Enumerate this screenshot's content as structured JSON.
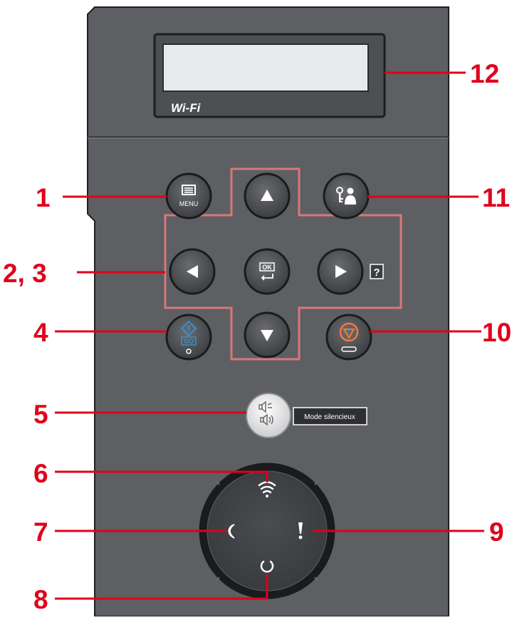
{
  "display": {
    "brand_label": "Wi-Fi"
  },
  "buttons": {
    "menu": {
      "label": "MENU"
    },
    "ok": {
      "label": "OK"
    },
    "help": {
      "label": "?"
    },
    "go": {
      "label": "GO"
    },
    "quiet_mode": {
      "label": "Mode silencieux"
    }
  },
  "callouts": [
    "1",
    "2, 3",
    "4",
    "5",
    "6",
    "7",
    "8",
    "9",
    "10",
    "11",
    "12"
  ],
  "colors": {
    "callout": "#e0001b",
    "panel": "#5d5f62",
    "key_highlight": "#d9777b",
    "go_icon": "#3a8fd0",
    "stop_icon": "#f07a3c"
  },
  "icons": {
    "menu": "menu-icon",
    "up": "arrow-up-icon",
    "down": "arrow-down-icon",
    "left": "arrow-left-icon",
    "right": "arrow-right-icon",
    "ok": "ok-enter-icon",
    "authentication": "authentication-icon",
    "go": "go-start-icon",
    "stop": "stop-icon",
    "quiet_mode": "quiet-mode-icon",
    "wifi": "wifi-icon",
    "sleep": "sleep-moon-icon",
    "attention": "attention-exclamation-icon",
    "processing": "processing-ring-icon"
  }
}
